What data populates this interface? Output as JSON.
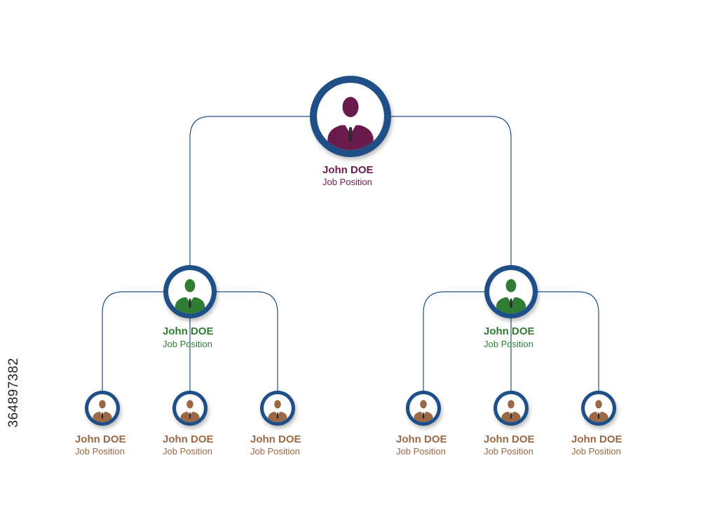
{
  "side_id": "364897382",
  "colors": {
    "ring": "#1e4f86",
    "line": "#1e4f86",
    "level1": "#6a1b4d",
    "level2": "#2e7d32",
    "level3": "#9a6845"
  },
  "nodes": [
    {
      "id": "ceo",
      "name": "John DOE",
      "position": "Job Position",
      "level": 1
    },
    {
      "id": "manager-left",
      "name": "John DOE",
      "position": "Job Position",
      "level": 2
    },
    {
      "id": "manager-right",
      "name": "John DOE",
      "position": "Job Position",
      "level": 2
    },
    {
      "id": "staff-left-1",
      "name": "John DOE",
      "position": "Job Position",
      "level": 3
    },
    {
      "id": "staff-left-2",
      "name": "John DOE",
      "position": "Job Position",
      "level": 3
    },
    {
      "id": "staff-left-3",
      "name": "John DOE",
      "position": "Job Position",
      "level": 3
    },
    {
      "id": "staff-right-1",
      "name": "John DOE",
      "position": "Job Position",
      "level": 3
    },
    {
      "id": "staff-right-2",
      "name": "John DOE",
      "position": "Job Position",
      "level": 3
    },
    {
      "id": "staff-right-3",
      "name": "John DOE",
      "position": "Job Position",
      "level": 3
    }
  ],
  "edges": [
    [
      "ceo",
      "manager-left"
    ],
    [
      "ceo",
      "manager-right"
    ],
    [
      "manager-left",
      "staff-left-1"
    ],
    [
      "manager-left",
      "staff-left-2"
    ],
    [
      "manager-left",
      "staff-left-3"
    ],
    [
      "manager-right",
      "staff-right-1"
    ],
    [
      "manager-right",
      "staff-right-2"
    ],
    [
      "manager-right",
      "staff-right-3"
    ]
  ]
}
